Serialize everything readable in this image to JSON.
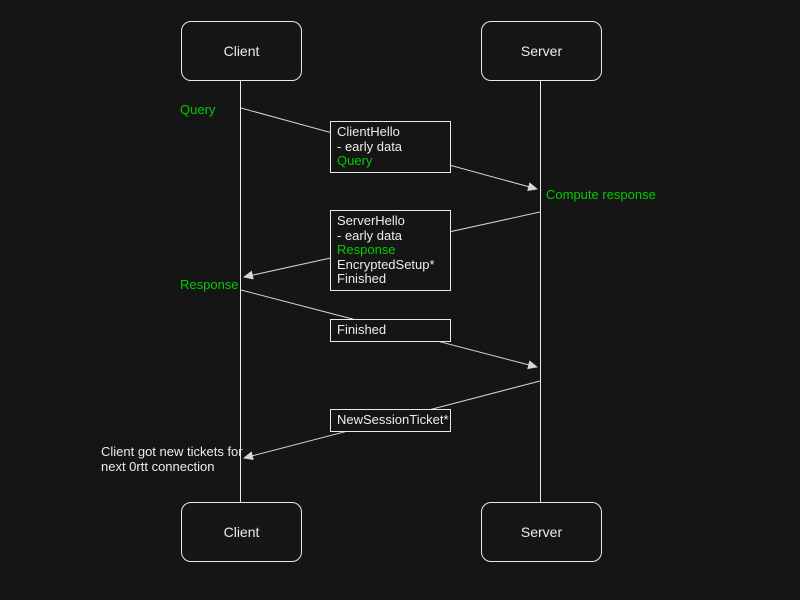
{
  "diagram": {
    "title": "TLS 0-RTT sequence diagram",
    "colors": {
      "background": "#151515",
      "line": "#d6d6d6",
      "box_border": "#e8e8e8",
      "text": "#ececec",
      "accent_green": "#00cc00"
    }
  },
  "actors": {
    "top": [
      {
        "label": "Client"
      },
      {
        "label": "Server"
      }
    ],
    "bottom": [
      {
        "label": "Client"
      },
      {
        "label": "Server"
      }
    ]
  },
  "annotations": {
    "query": "Query",
    "compute_response": "Compute response",
    "response": "Response",
    "note_line1": "Client got new tickets for",
    "note_line2": "next 0rtt connection"
  },
  "messages": [
    {
      "lines": [
        {
          "text": "ClientHello"
        },
        {
          "text": "- early data"
        },
        {
          "text": "Query"
        }
      ]
    },
    {
      "lines": [
        {
          "text": "ServerHello"
        },
        {
          "text": "- early data"
        },
        {
          "text": "Response"
        },
        {
          "text": "EncryptedSetup*"
        },
        {
          "text": "Finished"
        }
      ]
    },
    {
      "lines": [
        {
          "text": "Finished"
        }
      ]
    },
    {
      "lines": [
        {
          "text": "NewSessionTicket*"
        }
      ]
    }
  ]
}
